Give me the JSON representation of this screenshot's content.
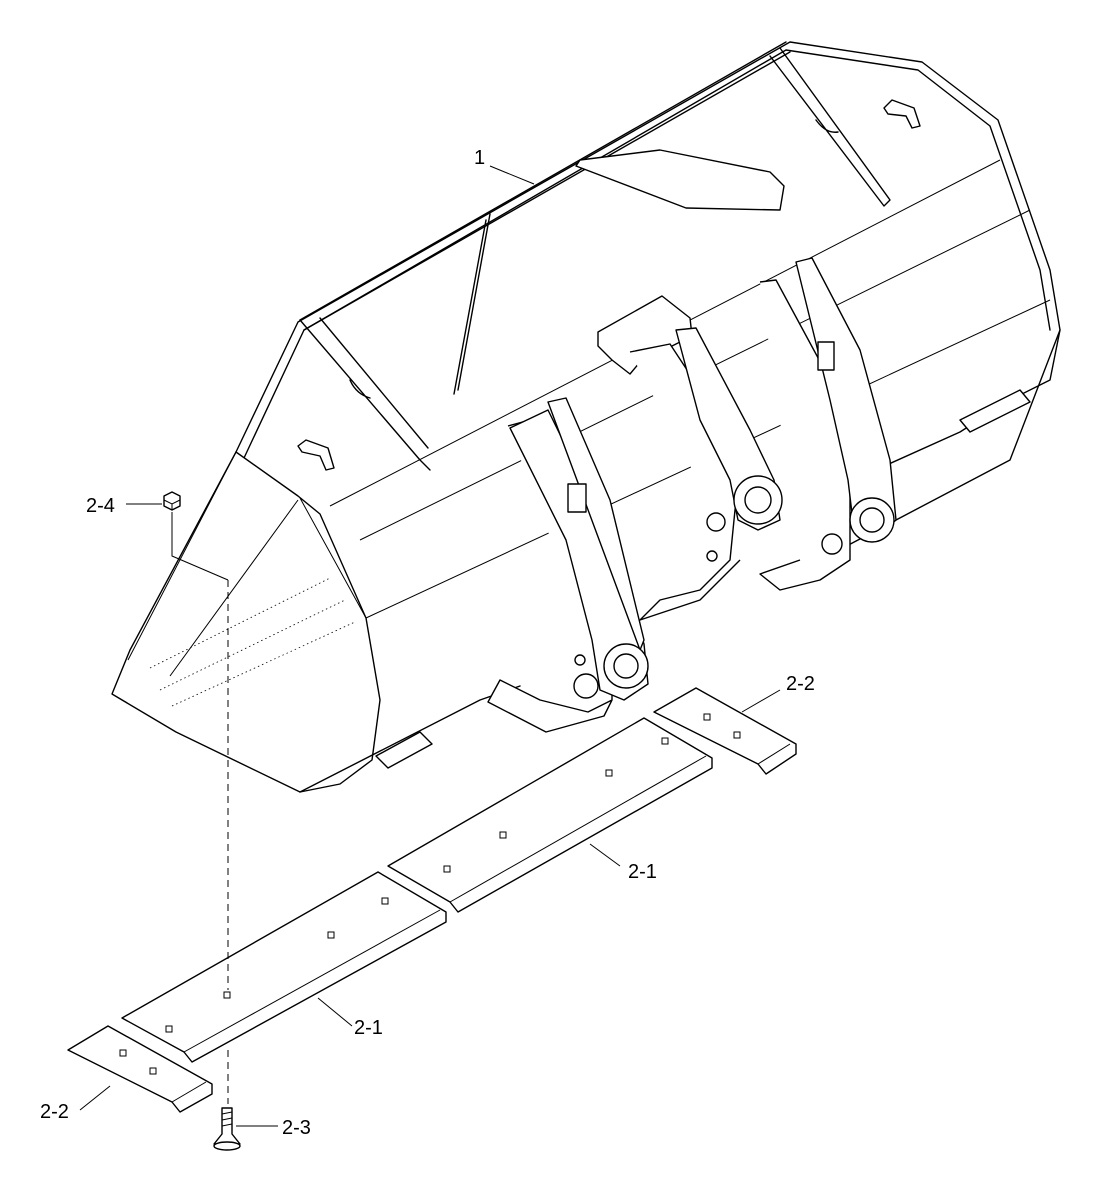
{
  "diagram": {
    "colors": {
      "line": "#000000",
      "background": "#ffffff"
    },
    "callouts": [
      {
        "id": "bucket",
        "label": "1"
      },
      {
        "id": "cutting-edge-center",
        "label": "2-1"
      },
      {
        "id": "cutting-edge-left",
        "label": "2-1"
      },
      {
        "id": "end-bit-right",
        "label": "2-2"
      },
      {
        "id": "end-bit-left",
        "label": "2-2"
      },
      {
        "id": "plow-bolt",
        "label": "2-3"
      },
      {
        "id": "nut",
        "label": "2-4"
      }
    ]
  }
}
